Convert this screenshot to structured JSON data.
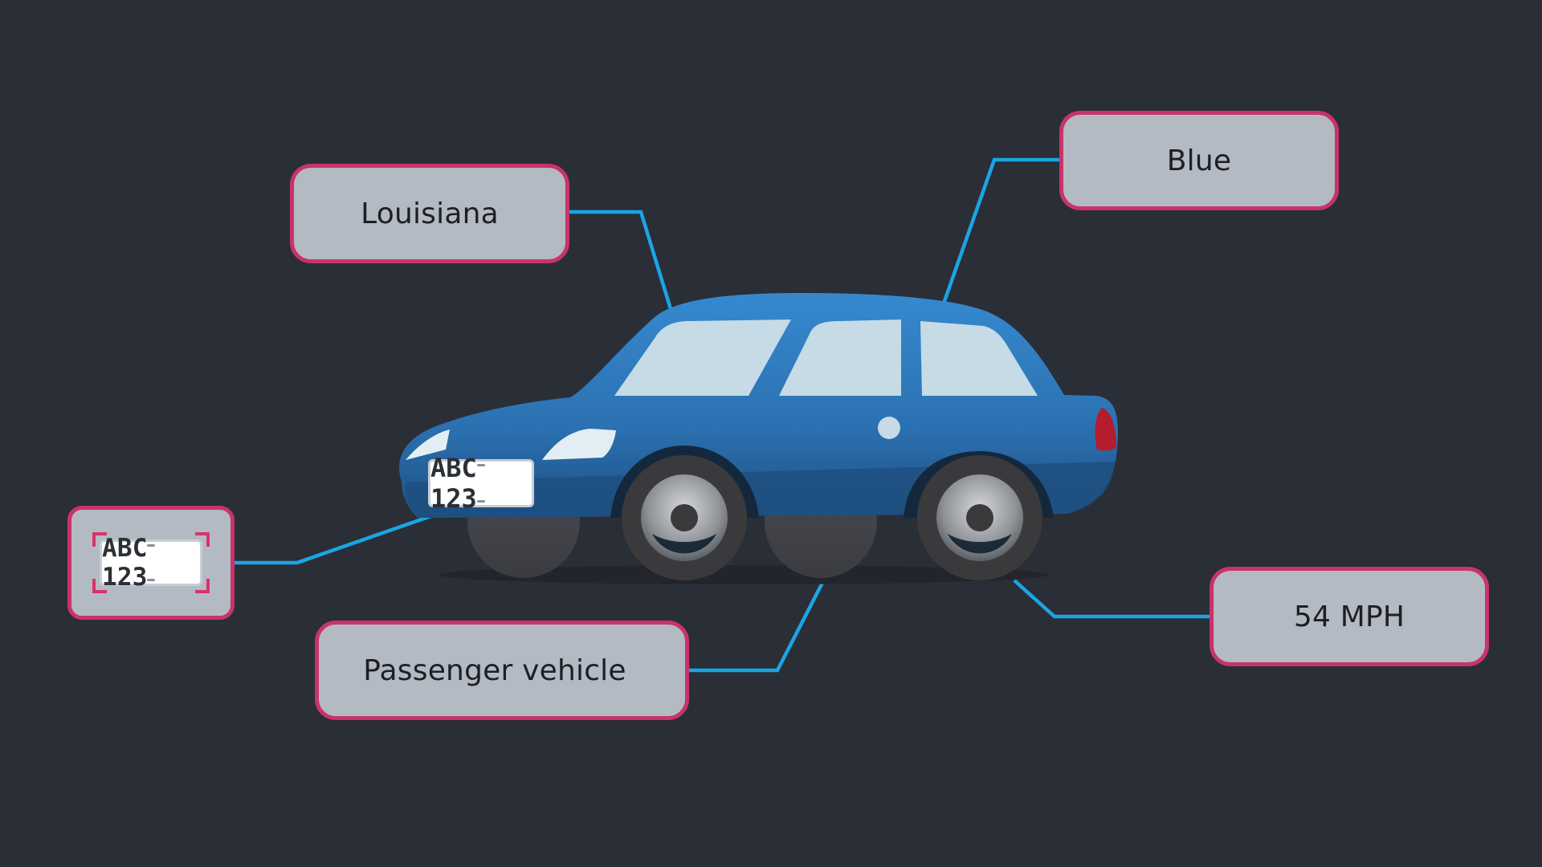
{
  "labels": {
    "state": "Louisiana",
    "color": "Blue",
    "plate": "ABC 123",
    "vehicle_type": "Passenger vehicle",
    "speed": "54 MPH"
  },
  "car_plate": "ABC 123",
  "colors": {
    "background": "#2a2e36",
    "box_fill": "#b4bac3",
    "box_border": "#c8336b",
    "connector": "#1aa5e6",
    "car_body": "#2f7cc0",
    "car_body_dark": "#1e4f80",
    "window": "#c6dbe6",
    "taillight": "#b51c2c",
    "tire": "#3a3a3d",
    "rim": "#9ea1a6"
  },
  "icons": {
    "car": "car-illustration",
    "plate_frame": "scan-brackets-icon"
  }
}
